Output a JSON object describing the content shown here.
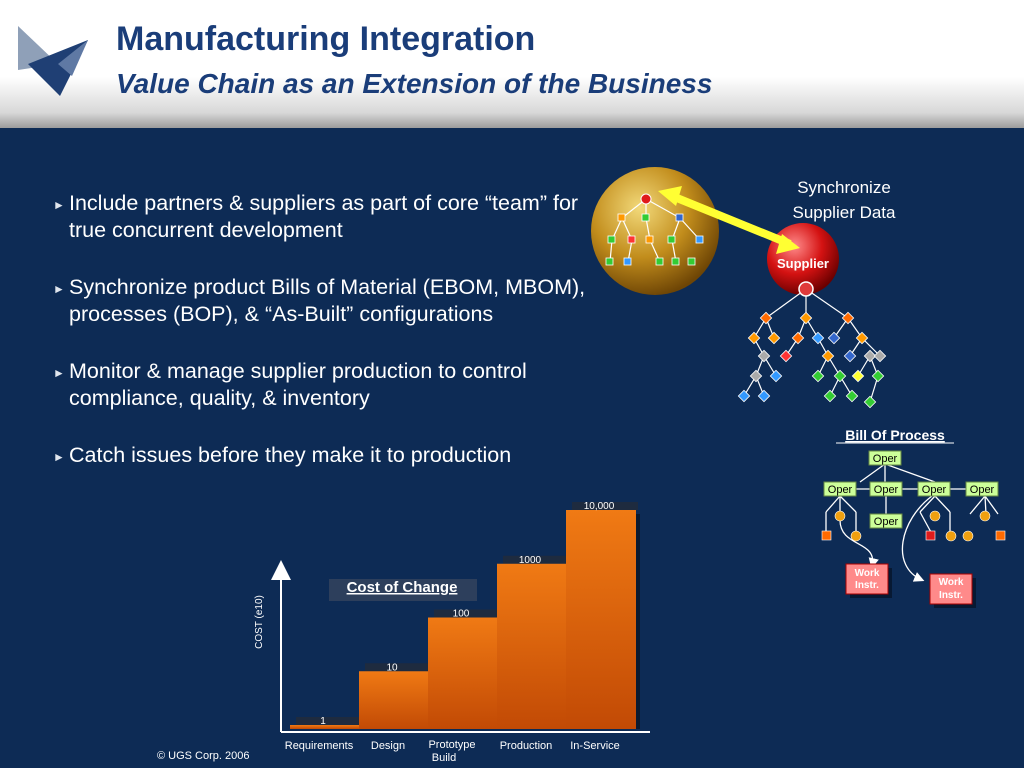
{
  "header": {
    "title": "Manufacturing Integration",
    "subtitle": "Value Chain as an Extension of the Business"
  },
  "bullets": [
    "Include partners & suppliers as part of core “team” for true concurrent development",
    "Synchronize product Bills of Material (EBOM, MBOM), processes (BOP), & “As-Built” configurations",
    "Monitor & manage supplier production to control compliance, quality, & inventory",
    "Catch issues before they make it to production"
  ],
  "diagram": {
    "sync_label_line1": "Synchronize",
    "sync_label_line2": "Supplier Data",
    "supplier_label": "Supplier",
    "bop_title": "Bill Of Process",
    "oper_label": "Oper",
    "work_line1": "Work",
    "work_line2": "Instr."
  },
  "chart_data": {
    "type": "bar",
    "title": "Cost of Change",
    "ylabel": "COST (e10)",
    "categories": [
      "Requirements",
      "Design",
      "Prototype Build",
      "Production",
      "In-Service"
    ],
    "values": [
      1,
      10,
      100,
      1000,
      10000
    ],
    "value_labels": [
      "1",
      "10",
      "100",
      "1000",
      "10,000"
    ],
    "scale": "log"
  },
  "footer": {
    "copyright": "© UGS Corp. 2006"
  },
  "colors": {
    "title": "#1a3d79",
    "background": "#0d2b55",
    "bar": "#f07a14",
    "oper_box": "#ccff99",
    "work_box": "#ff8a8a"
  }
}
